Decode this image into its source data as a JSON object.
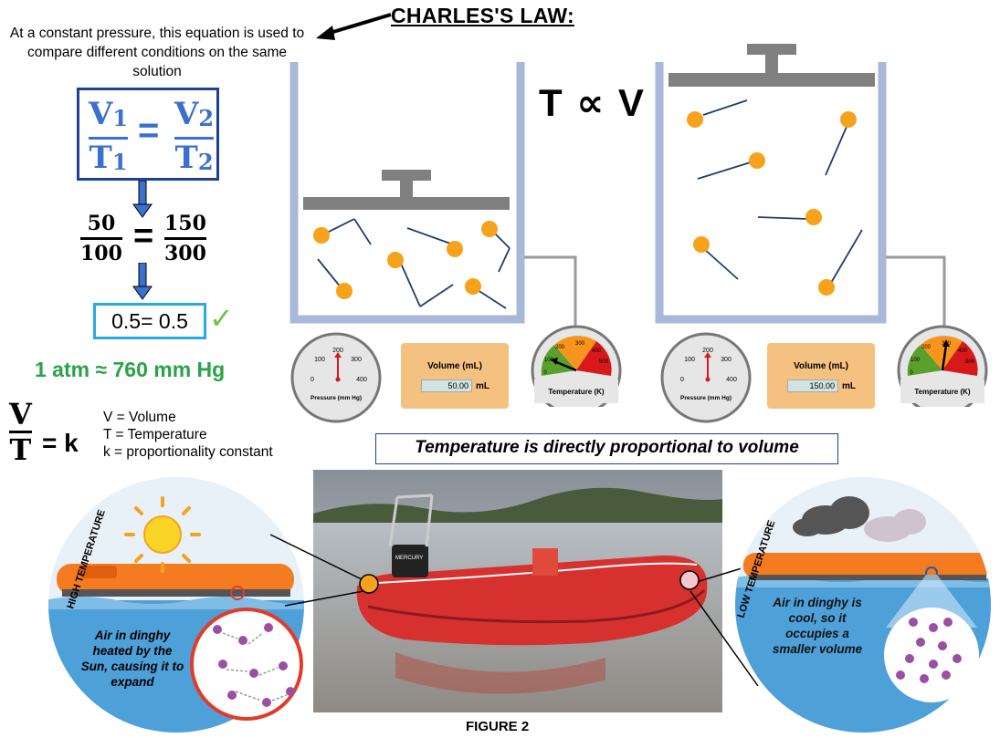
{
  "title": "CHARLES'S LAW:",
  "intro_text": "At a constant pressure, this equation is used to compare different conditions on the same solution",
  "equation": {
    "v1": "V",
    "v2": "V",
    "sub1": "1",
    "sub2": "2",
    "t": "T",
    "eq": "="
  },
  "example": {
    "n1": "50",
    "d1": "100",
    "n2": "150",
    "d2": "300",
    "eq": "="
  },
  "answer": "0.5= 0.5",
  "check": "✓",
  "atm_conversion": "1 atm  ≈ 760 mm Hg",
  "proportional": "T ∝ V",
  "vtk": {
    "num": "V",
    "den": "T",
    "rhs": "= k"
  },
  "legend": [
    "V = Volume",
    "T = Temperature",
    "k = proportionality constant"
  ],
  "statement": "Temperature is directly proportional to volume",
  "figure_caption": "FIGURE 2",
  "gauges": {
    "pressure_label": "Pressure (mm Hg)",
    "pressure_ticks": [
      "0",
      "100",
      "200",
      "300",
      "400"
    ],
    "volume_label": "Volume (mL)",
    "volume_unit": "mL",
    "volume_left": "50.00",
    "volume_right": "150.00",
    "temperature_label": "Temperature (K)",
    "temp_ticks": [
      "0",
      "100",
      "200",
      "300",
      "400",
      "500"
    ],
    "colors": {
      "gauge_bg": "#e6e6e6",
      "green": "#5aa02c",
      "orange": "#f7941d",
      "red": "#d7191c",
      "panel": "#f4c181"
    }
  },
  "dinghy": {
    "high_label": "HIGH TEMPERATURE",
    "high_text": "Air in dinghy heated by the Sun, causing it to expand",
    "low_label": "LOW TEMPERATURE",
    "low_text": "Air in dinghy is cool, so it occupies a smaller volume",
    "boat_brand": "MERCURY"
  },
  "colors": {
    "container": "#a8b8d8",
    "piston": "#808080",
    "particle": "#f7a21b",
    "trail": "#1f3f6e",
    "equation_blue": "#3b6fd0",
    "green_text": "#29a347",
    "box_blue": "#1f3f96",
    "light_blue": "#29a9e0"
  }
}
